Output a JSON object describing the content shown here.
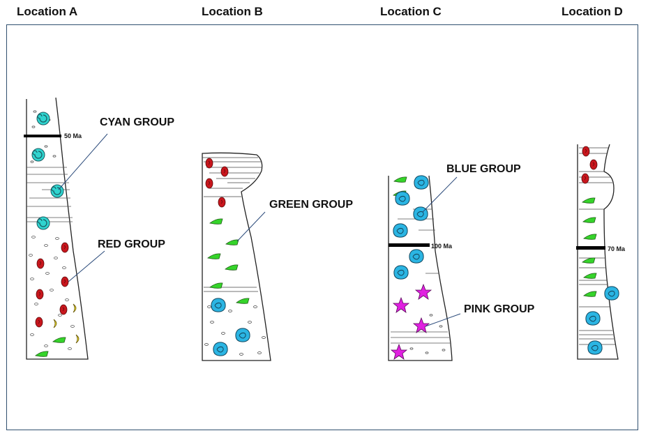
{
  "locations": [
    {
      "title": "Location A",
      "age_label": "50 Ma"
    },
    {
      "title": "Location B",
      "age_label": ""
    },
    {
      "title": "Location C",
      "age_label": "100 Ma"
    },
    {
      "title": "Location D",
      "age_label": "70 Ma"
    }
  ],
  "groups": {
    "cyan": {
      "label": "CYAN GROUP",
      "color": "#2fd4cf"
    },
    "red": {
      "label": "RED GROUP",
      "color": "#c8161d"
    },
    "green": {
      "label": "GREEN GROUP",
      "color": "#35d42a"
    },
    "blue": {
      "label": "BLUE GROUP",
      "color": "#2bb5e3"
    },
    "pink": {
      "label": "PINK GROUP",
      "color": "#e020e0"
    },
    "yellow": {
      "color": "#f2e02a"
    }
  },
  "colors": {
    "frame": "#2f4f6f",
    "leader": "#2a4a7a"
  }
}
